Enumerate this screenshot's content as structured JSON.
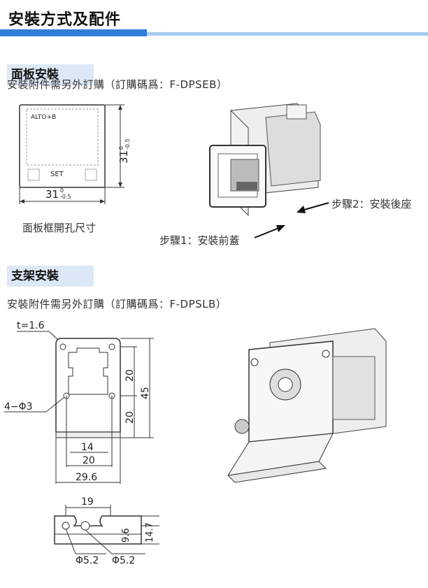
{
  "header": {
    "title": "安裝方式及配件"
  },
  "panel": {
    "heading": "面板安裝",
    "note": "安裝附件需另外訂購（訂購碼爲：F-DPSEB）",
    "cutout_caption": "面板框開孔尺寸",
    "dim_width": "31",
    "dim_height": "31",
    "tol_upper": "0",
    "tol_lower": "-0.5",
    "device_brand": "ALTO+B",
    "device_key": "SET",
    "step1": "步驟1：安裝前蓋",
    "step2": "步驟2：安裝後座"
  },
  "bracket": {
    "heading": "支架安裝",
    "note": "安裝附件需另外訂購（訂購碼爲：F-DPSLB）",
    "thickness": "t=1.6",
    "holes": "4−Φ3",
    "dim_14": "14",
    "dim_20": "20",
    "dim_29_6": "29.6",
    "dim_20_v1": "20",
    "dim_20_v2": "20",
    "dim_45": "45",
    "dim_19": "19",
    "dim_9_6": "9.6",
    "dim_14_7": "14.7",
    "phi_left": "Φ5.2",
    "phi_right": "Φ5.2"
  }
}
